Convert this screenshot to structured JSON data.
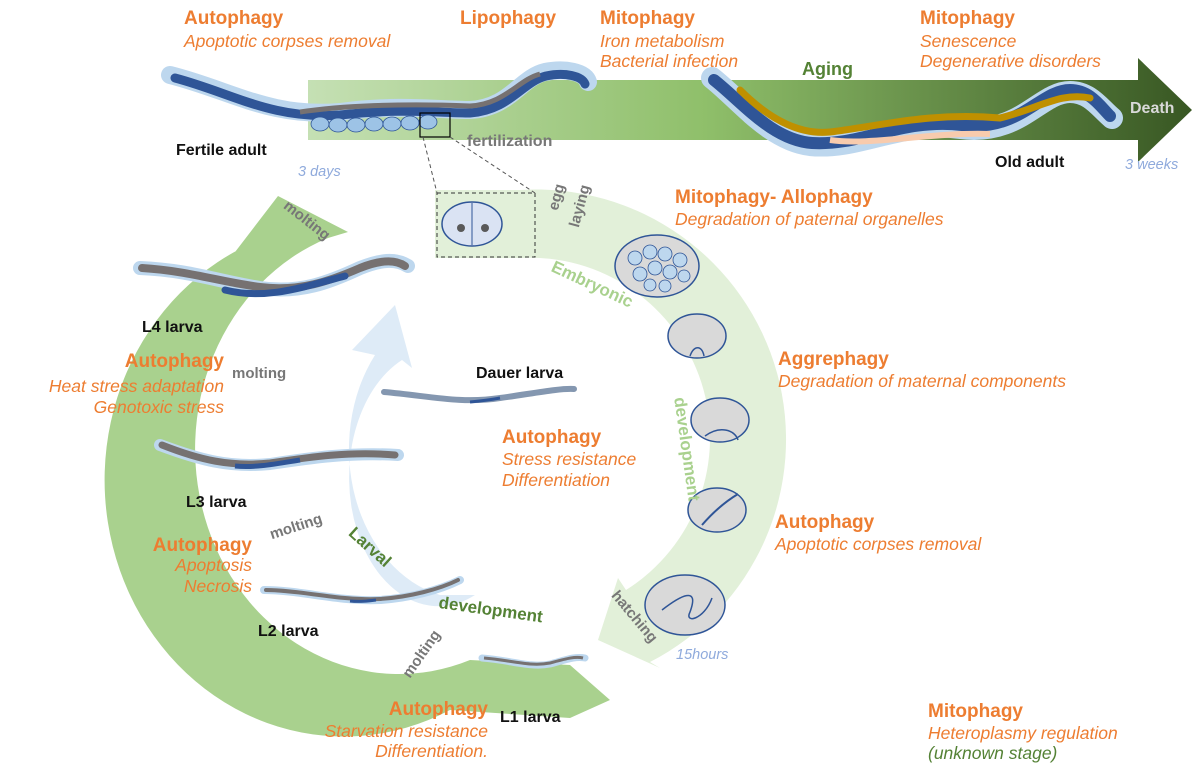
{
  "colors": {
    "orange": "#ed7d31",
    "arrow_green_light": "#c5e0b4",
    "arrow_green_dark": "#385723",
    "larval_arrow": "#a9d18e",
    "embryo_arrow": "#e2f0d9",
    "dauer_arrow": "#deebf7",
    "worm_blue": "#2f5597",
    "worm_grey": "#767171",
    "worm_gold": "#bf9000",
    "time_blue": "#8faadc"
  },
  "labels": {
    "top_left": {
      "title": "Autophagy",
      "desc": [
        "Apoptotic corpses removal"
      ]
    },
    "lipophagy": {
      "title": "Lipophagy"
    },
    "mito_iron": {
      "title": "Mitophagy",
      "desc": [
        "Iron metabolism",
        "Bacterial infection"
      ]
    },
    "mito_senescence": {
      "title": "Mitophagy",
      "desc": [
        "Senescence",
        "Degenerative disorders"
      ]
    },
    "mito_allo": {
      "title": "Mitophagy- Allophagy",
      "desc": [
        "Degradation of paternal organelles"
      ]
    },
    "aggrephagy": {
      "title": "Aggrephagy",
      "desc": [
        "Degradation of maternal components"
      ]
    },
    "embryo_autophagy": {
      "title": "Autophagy",
      "desc": [
        "Apoptotic corpses removal"
      ]
    },
    "l4_autophagy": {
      "title": "Autophagy",
      "desc": [
        "Heat stress adaptation",
        "Genotoxic stress"
      ]
    },
    "dauer_autophagy": {
      "title": "Autophagy",
      "desc": [
        "Stress resistance",
        "Differentiation"
      ]
    },
    "l2_autophagy": {
      "title": "Autophagy",
      "desc": [
        "Apoptosis",
        "Necrosis"
      ]
    },
    "l1_autophagy": {
      "title": "Autophagy",
      "desc": [
        "Starvation resistance",
        "Differentiation."
      ]
    },
    "heteroplasmy": {
      "title": "Mitophagy",
      "desc": [
        "Heteroplasmy regulation"
      ],
      "note": "(unknown stage)"
    }
  },
  "stages": {
    "fertile_adult": "Fertile adult",
    "old_adult": "Old adult",
    "l4": "L4 larva",
    "l3": "L3 larva",
    "l2": "L2 larva",
    "l1": "L1 larva",
    "dauer": "Dauer larva"
  },
  "times": {
    "three_days": "3 days",
    "three_weeks": "3 weeks",
    "fifteen_hours": "15hours"
  },
  "arrow_text": {
    "aging": "Aging",
    "death": "Death",
    "fertilization": "fertilization",
    "egg": "egg",
    "laying": "laying",
    "embryonic": "Embryonic",
    "development_embryo": "development",
    "hatching": "hatching",
    "larval": "Larval",
    "development_larval": "development",
    "molting": "molting"
  }
}
